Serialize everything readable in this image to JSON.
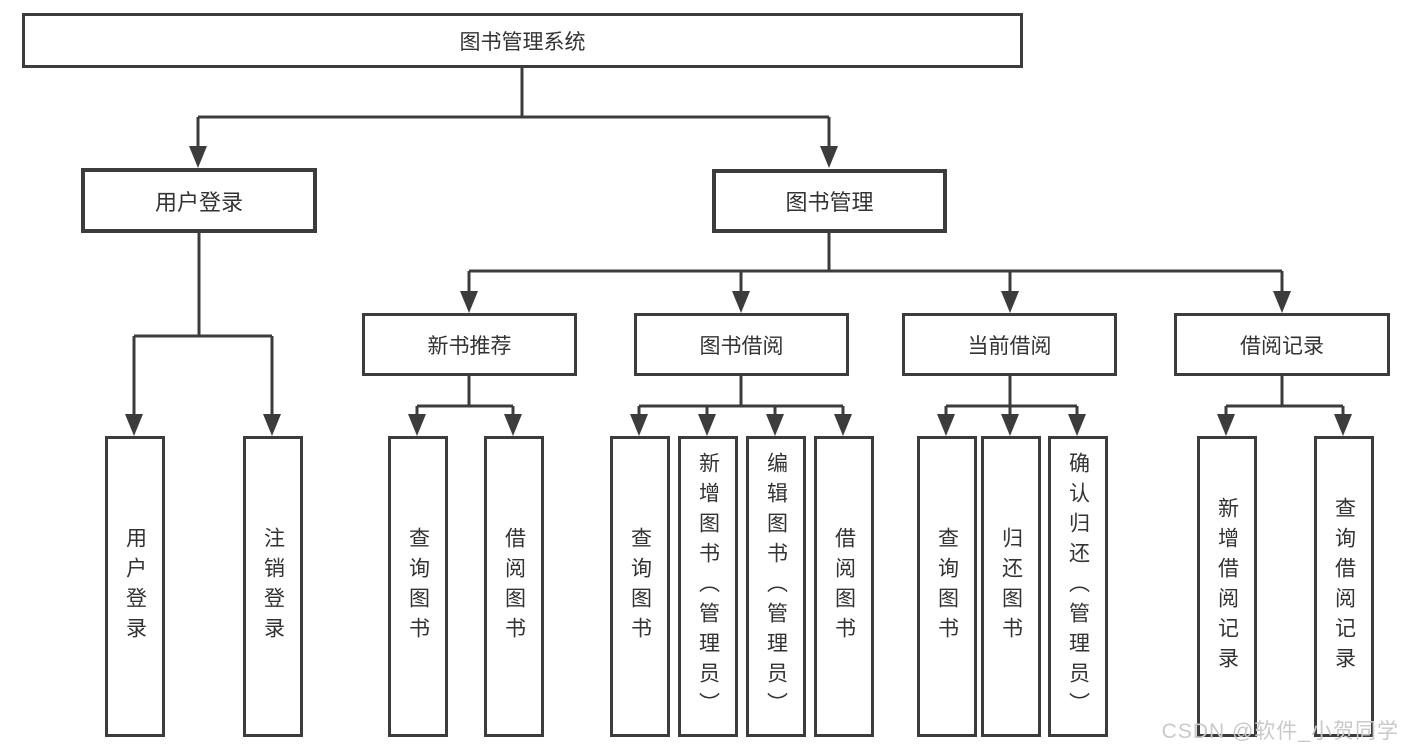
{
  "colors": {
    "line": "#3c3c3c",
    "text": "#333333",
    "watermark": "#c9c9c9",
    "background": "#ffffff"
  },
  "tree": {
    "root": {
      "label": "图书管理系统"
    },
    "branches": [
      {
        "label": "用户登录",
        "children": [
          {
            "label": "用户登录"
          },
          {
            "label": "注销登录"
          }
        ]
      },
      {
        "label": "图书管理",
        "sections": [
          {
            "label": "新书推荐",
            "children": [
              {
                "label": "查询图书"
              },
              {
                "label": "借阅图书"
              }
            ]
          },
          {
            "label": "图书借阅",
            "children": [
              {
                "label": "查询图书"
              },
              {
                "label": "新增图书（管理员）"
              },
              {
                "label": "编辑图书（管理员）"
              },
              {
                "label": "借阅图书"
              }
            ]
          },
          {
            "label": "当前借阅",
            "children": [
              {
                "label": "查询图书"
              },
              {
                "label": "归还图书"
              },
              {
                "label": "确认归还（管理员）"
              }
            ]
          },
          {
            "label": "借阅记录",
            "children": [
              {
                "label": "新增借阅记录"
              },
              {
                "label": "查询借阅记录"
              }
            ]
          }
        ]
      }
    ]
  },
  "watermark": {
    "text": "CSDN @软件_小贺同学"
  }
}
